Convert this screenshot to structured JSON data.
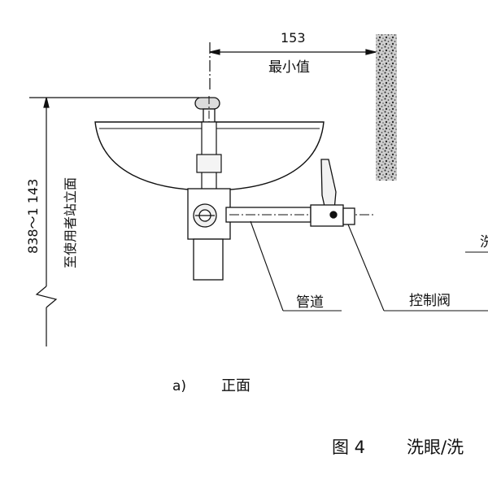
{
  "dimensions": {
    "width_value": "153",
    "width_note": "最小值",
    "height_range": "838～1 143",
    "height_reference": "至使用者站立面"
  },
  "callouts": {
    "pipe": "管道",
    "valve": "控制阀"
  },
  "view": {
    "marker": "a)",
    "name": "正面"
  },
  "figure": {
    "number": "图 4",
    "title_fragment": "洗眼/洗"
  },
  "edge_fragment": "洗",
  "colors": {
    "line": "#111111",
    "paper": "#ffffff",
    "wall": "#6a6a6a"
  }
}
